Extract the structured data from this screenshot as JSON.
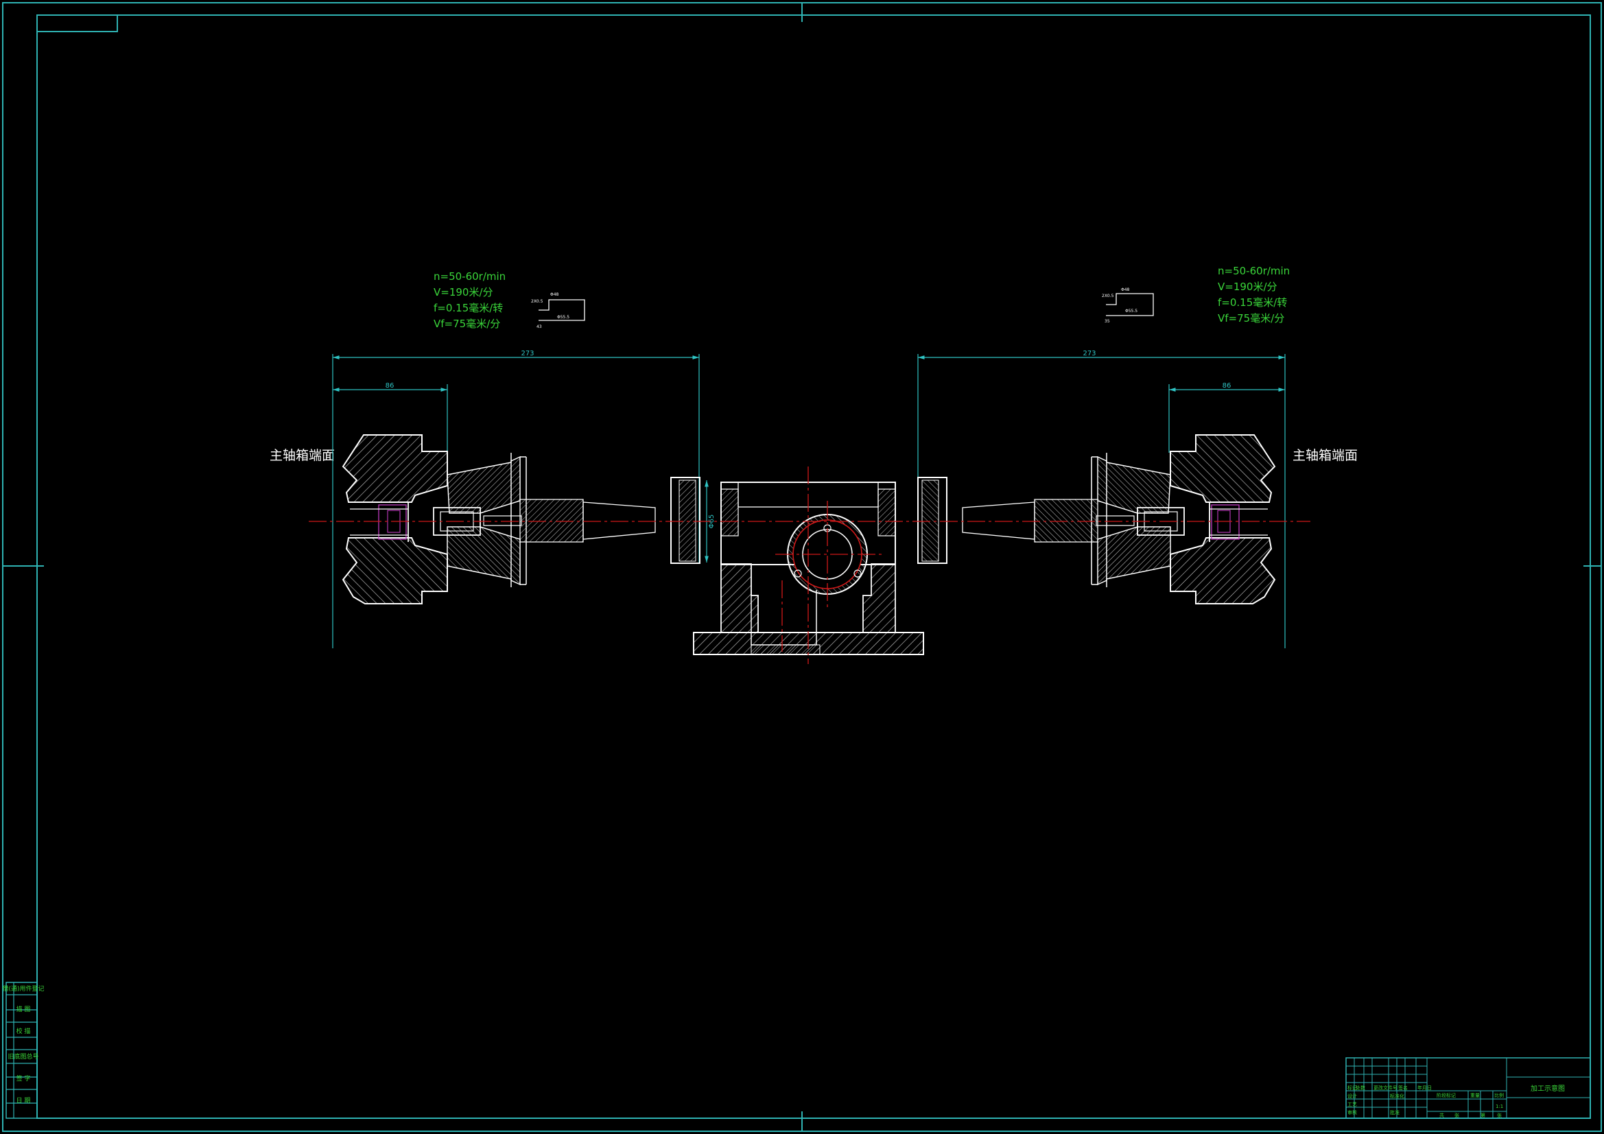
{
  "colors": {
    "background": "#000000",
    "frame": "#2fb3b3",
    "part": "#ffffff",
    "hatch": "#cfcfcf",
    "centerline": "#d01818",
    "params": "#3ad63a",
    "dimension": "#2fc4c4",
    "tool": "#c03cc0",
    "label": "#ffffff"
  },
  "params_left": [
    "n=50-60r/min",
    "V=190米/分",
    "f=0.15毫米/转",
    "Vf=75毫米/分"
  ],
  "params_right": [
    "n=50-60r/min",
    "V=190米/分",
    "f=0.15毫米/转",
    "Vf=75毫米/分"
  ],
  "label_left": "主轴箱端面",
  "label_right": "主轴箱端面",
  "dims": {
    "left_overall": "273",
    "left_inner": "86",
    "right_overall": "273",
    "right_inner": "86",
    "vertical": "Φ65"
  },
  "sketch_left": [
    "Φ48",
    "2X0.5",
    "Φ55.5",
    "43"
  ],
  "sketch_right": [
    "Φ48",
    "2X0.5",
    "Φ55.5",
    "35"
  ],
  "side_table": [
    "借(通)用件登记",
    "描 图",
    "校 描",
    "旧底图总号",
    "签 字",
    "日 期"
  ],
  "title_block": {
    "drawing_title": "加工示意图",
    "scale": "1:1",
    "row_labels": [
      "标记",
      "处数",
      "分区",
      "更改文件号",
      "签名",
      "年月日"
    ],
    "row_labels_2": [
      "设计",
      "标准化"
    ],
    "row_labels_3": [
      "审核",
      "工艺",
      "批准"
    ],
    "stage": "阶段标记",
    "weight": "重量",
    "ratio": "比例",
    "sheets": [
      "共",
      "张",
      "第",
      "张"
    ]
  }
}
